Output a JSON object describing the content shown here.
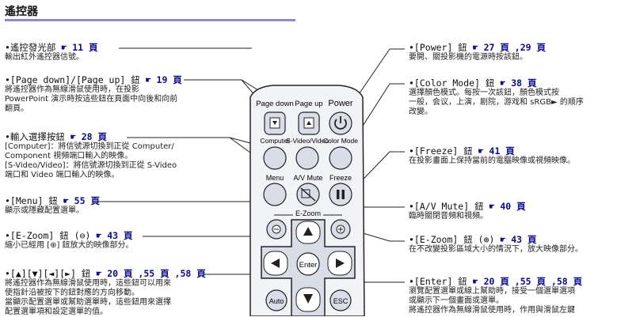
{
  "page": {
    "title": "遙控器"
  },
  "left_items": [
    {
      "head": "•遙控發光部",
      "ref": "☛ 11 頁",
      "desc": [
        "輸出紅外遙控器信號。"
      ]
    },
    {
      "head": "•[Page down]/[Page up] 鈕",
      "ref": "☛ 19 頁",
      "desc": [
        "將遙控器作為無線滑鼠使用時，在投影",
        "PowerPoint 演示時按這些鈕在頁面中向後和向前",
        "翻頁。"
      ]
    },
    {
      "head": "•輸入選擇按鈕",
      "ref": "☛ 28 頁",
      "desc": [
        "[Computer]：將信號源切換到正從 Computer/",
        "Component 視頻端口輸入的映像。",
        "[S-Video/Video]：將信號源切換到正從 S-Video",
        "端口和 Video 端口輸入的映像。"
      ]
    },
    {
      "head": "•[Menu] 鈕",
      "ref": "☛ 55 頁",
      "desc": [
        "顯示或隱藏配置選單。"
      ]
    },
    {
      "head": "•[E-Zoom] 鈕 (⊖)",
      "ref": "☛ 43 頁",
      "desc": [
        "縮小已經用 [⊕] 鈕放大的映像部分。"
      ]
    },
    {
      "head": "•[▲][▼][◄][►] 鈕",
      "ref": "☛ 20 頁 ,55 頁 ,58 頁",
      "desc": [
        "將遙控器作為無線滑鼠使用時，這些鈕可以用來",
        "使指針沿被按下的鈕對應的方向移動。",
        "當顯示配置選單或幫助選單時，這些鈕用來選擇",
        "配置選單項和設定選單的值。"
      ]
    }
  ],
  "right_items": [
    {
      "head": "•[Power] 鈕",
      "ref": "☛ 27 頁 ,29 頁",
      "desc": [
        "要開、關投影機的電源時按該鈕。"
      ]
    },
    {
      "head": "•[Color Mode] 鈕",
      "ref": "☛ 38 頁",
      "desc": [
        "選擇顏色模式。每按一次該鈕，顏色模式按",
        "一般，会议，上演，剧院，游戏和 sRGB► 的顺序",
        "改變。"
      ]
    },
    {
      "head": "•[Freeze] 鈕",
      "ref": "☛ 41 頁",
      "desc": [
        "在投影畫面上保持當前的電腦映像或視頻映像。"
      ]
    },
    {
      "head": "•[A/V Mute] 鈕",
      "ref": "☛ 40 頁",
      "desc": [
        "臨時關閉音頻和視頻。"
      ]
    },
    {
      "head": "•[E-Zoom] 鈕 (⊕)",
      "ref": "☛ 43 頁",
      "desc": [
        "在不改變投影區域大小的情況下，放大映像部分。"
      ]
    },
    {
      "head": "•[Enter] 鈕",
      "ref": "☛ 20 頁 ,55 頁 ,58 頁",
      "desc": [
        "瀏覽配置選單或線上幫助時，接受一個選單選項",
        "或顯示下一個畫面或選單。",
        "將遙控器作為無線滑鼠使用時，作用與滑鼠左鍵"
      ]
    }
  ],
  "remote": {
    "page_down": "Page down",
    "page_up": "Page up",
    "power": "Power",
    "computer": "Computer",
    "svideo": "S-Video/Video",
    "color_mode": "Color Mode",
    "menu": "Menu",
    "av_mute": "A/V Mute",
    "freeze": "Freeze",
    "ezoom": "E-Zoom",
    "enter": "Enter",
    "auto": "Auto",
    "esc": "ESC"
  },
  "colors": {
    "accent": "#0a0a8c",
    "rule": "#8a8ad8",
    "button_fill": "#d9dde8",
    "remote_body": "#f2f3f6"
  }
}
